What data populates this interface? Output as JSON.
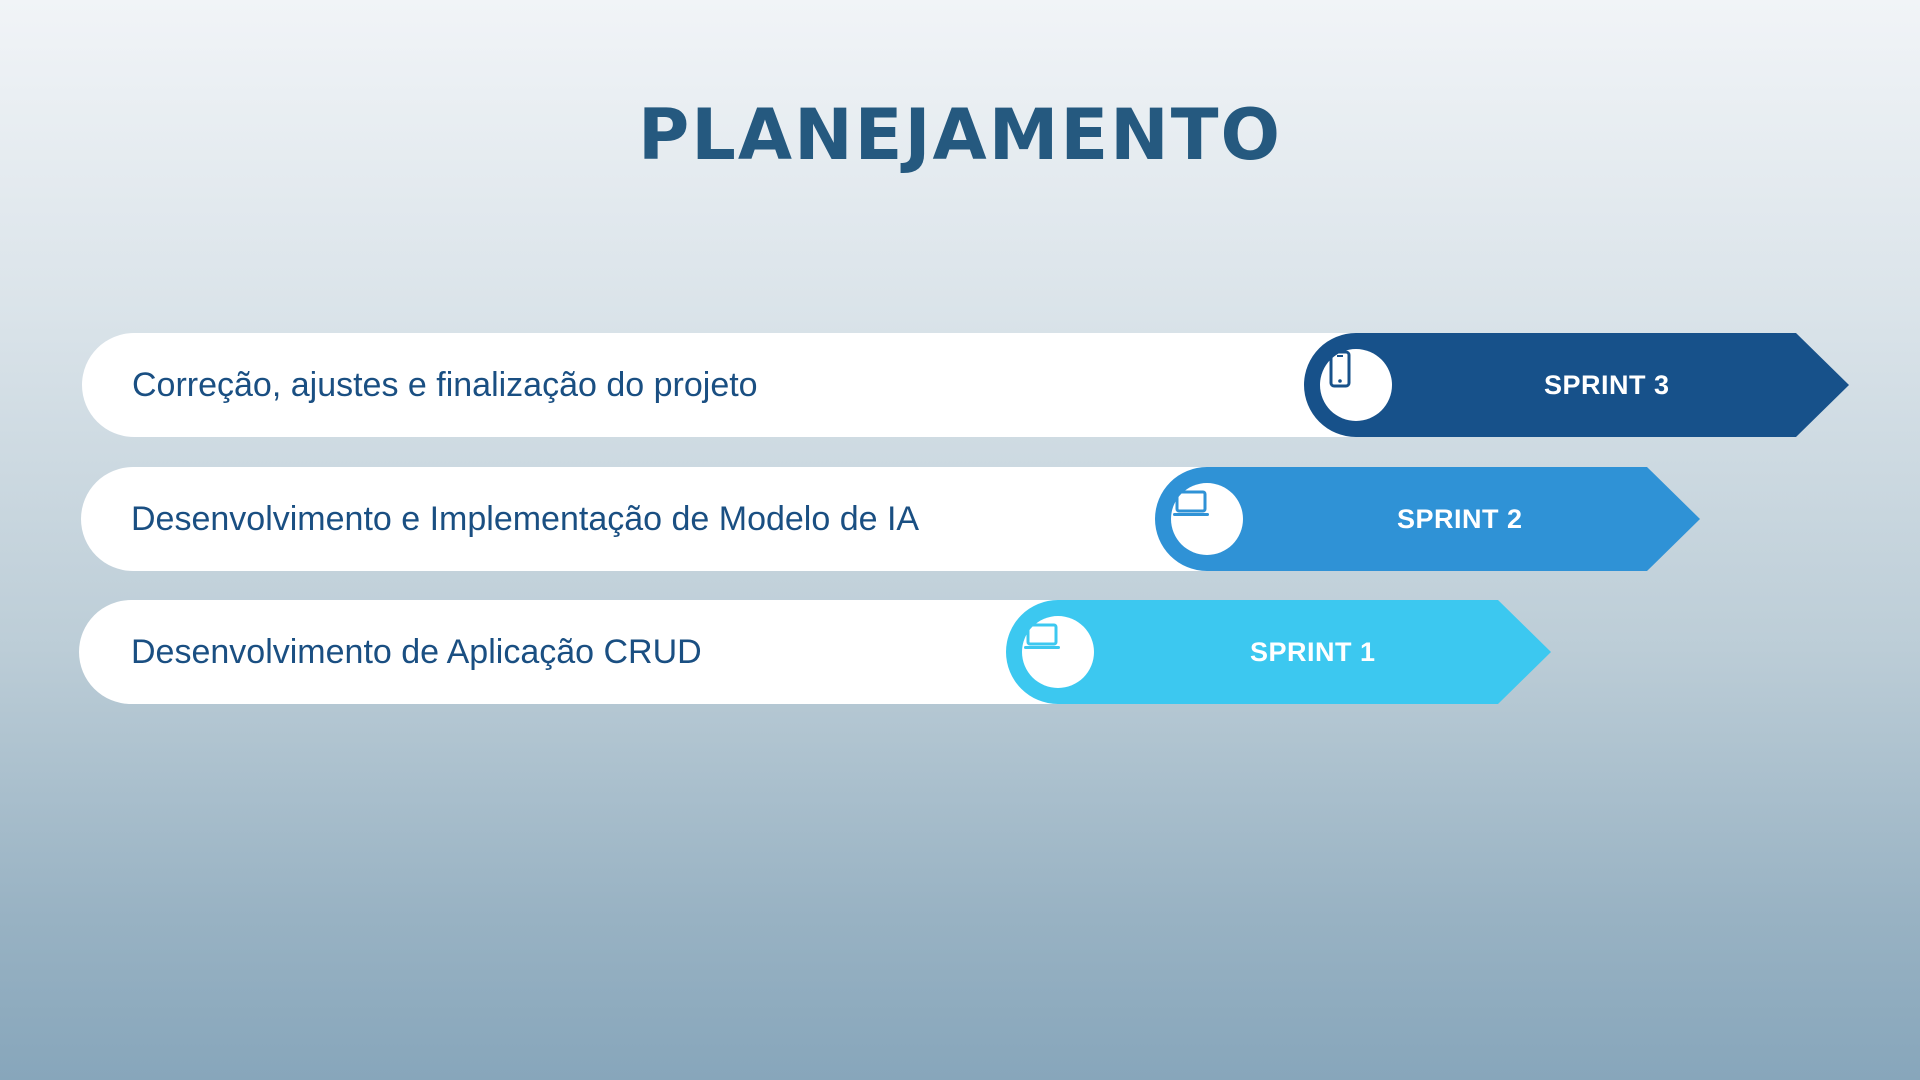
{
  "title": "PLANEJAMENTO",
  "sprints": [
    {
      "label": "SPRINT 3",
      "description": "Correção, ajustes e finalização do projeto",
      "color": "#17518a",
      "icon": "smartphone-icon"
    },
    {
      "label": "SPRINT 2",
      "description": "Desenvolvimento e Implementação de Modelo de IA",
      "color": "#2f92d6",
      "icon": "laptop-icon"
    },
    {
      "label": "SPRINT 1",
      "description": "Desenvolvimento de Aplicação CRUD",
      "color": "#3cc8f0",
      "icon": "laptop-icon"
    }
  ]
}
